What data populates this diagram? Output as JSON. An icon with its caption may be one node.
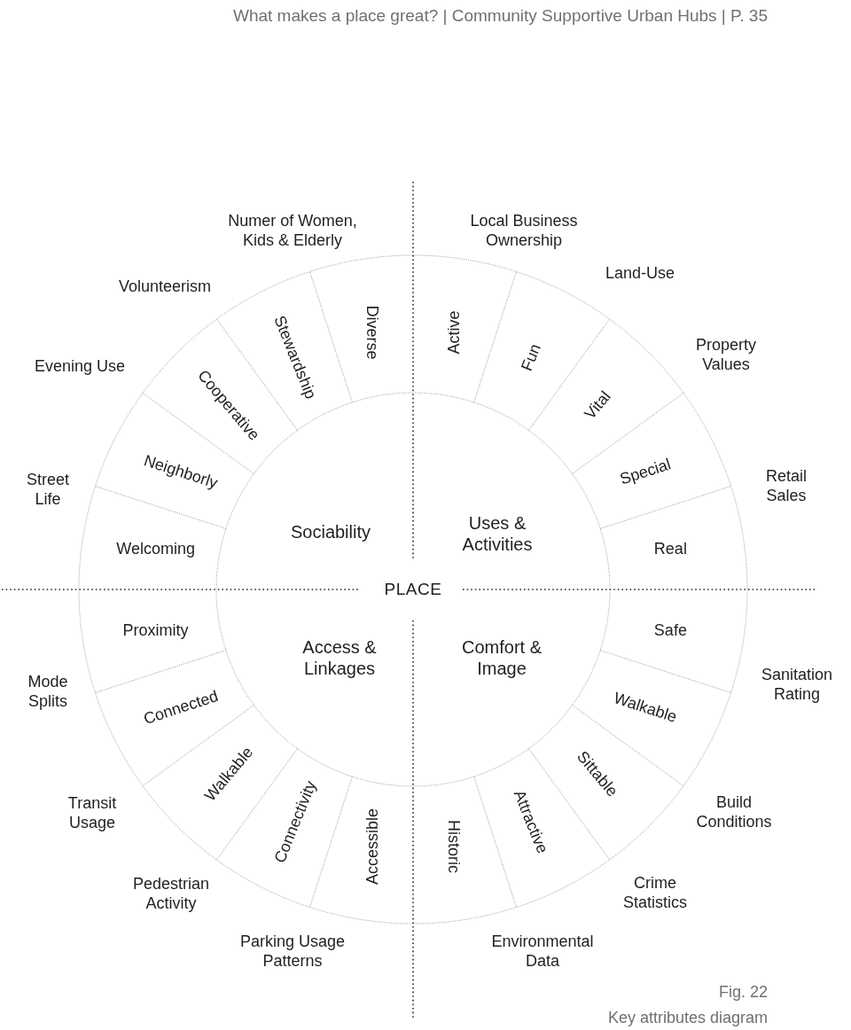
{
  "diagram": {
    "caption": "Key attributes diagram",
    "nodes": [
      {
        "text": [
          "Sociability"
        ]
      },
      {
        "text": [
          "Diverse"
        ]
      },
      {
        "text": [
          "Stewardship"
        ]
      },
      {
        "text": [
          "Cooperative"
        ]
      },
      {
        "text": [
          "Neighborly"
        ]
      },
      {
        "text": [
          "Welcoming"
        ]
      },
      {
        "text": [
          "Uses & Activities"
        ]
      },
      {
        "text": [
          "Active"
        ]
      },
      {
        "text": [
          "Fun"
        ]
      },
      {
        "text": [
          "Vital"
        ]
      },
      {
        "text": [
          "Special"
        ]
      },
      {
        "text": [
          "Real"
        ]
      },
      {
        "text": [
          "Access & Linkages"
        ]
      },
      {
        "text": [
          "Proximity"
        ]
      },
      {
        "text": [
          "Connected"
        ]
      },
      {
        "text": [
          "Walkable"
        ]
      },
      {
        "text": [
          "Connectivity"
        ]
      },
      {
        "text": [
          "Accessible"
        ]
      },
      {
        "text": [
          "Comfort & Image"
        ]
      },
      {
        "text": [
          "Safe"
        ]
      },
      {
        "text": [
          "Walkable"
        ]
      },
      {
        "text": [
          "Sittable"
        ]
      },
      {
        "text": [
          "Attractive"
        ]
      },
      {
        "text": [
          "Historic"
        ]
      }
    ],
    "labels": [
      "What makes a place great? | Community Supportive Urban Hubs | P. 35",
      "Numer of Women, Kids & Elderly",
      "Local Business Ownership",
      "Land-Use",
      "Volunteerism",
      "Property Values",
      "Evening Use",
      "Street Life",
      "Retail Sales",
      "PLACE",
      "Mode Splits",
      "Sanitation Rating",
      "Transit Usage",
      "Build Conditions",
      "Pedestrian Activity",
      "Crime Statistics",
      "Parking Usage Patterns",
      "Environmental Data",
      "Fig. 22"
    ]
  }
}
